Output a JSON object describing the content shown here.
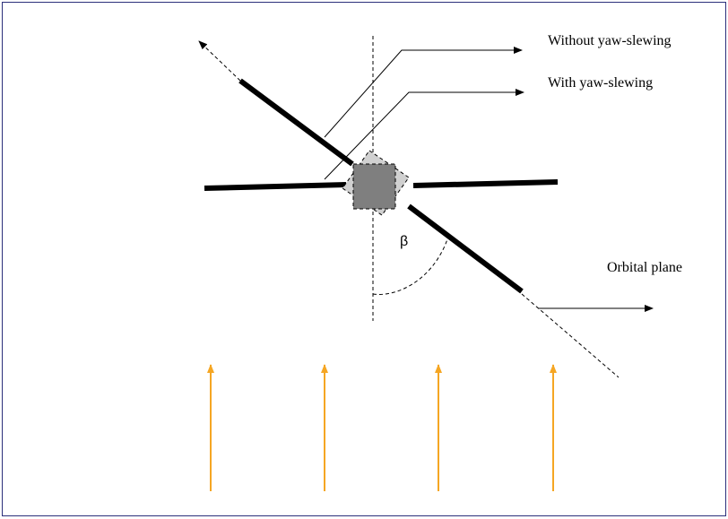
{
  "labels": {
    "without_yaw": "Without yaw-slewing",
    "with_yaw": "With yaw-slewing",
    "orbital_plane": "Orbital plane",
    "beta": "β"
  },
  "colors": {
    "frame_border": "#2b2f7a",
    "panel_bar": "#000000",
    "body_fill": "#7f7f7f",
    "rotated_body_fill": "#d0d0d0",
    "sun_arrow": "#f5a623"
  },
  "sun_rays": {
    "count": 4
  }
}
